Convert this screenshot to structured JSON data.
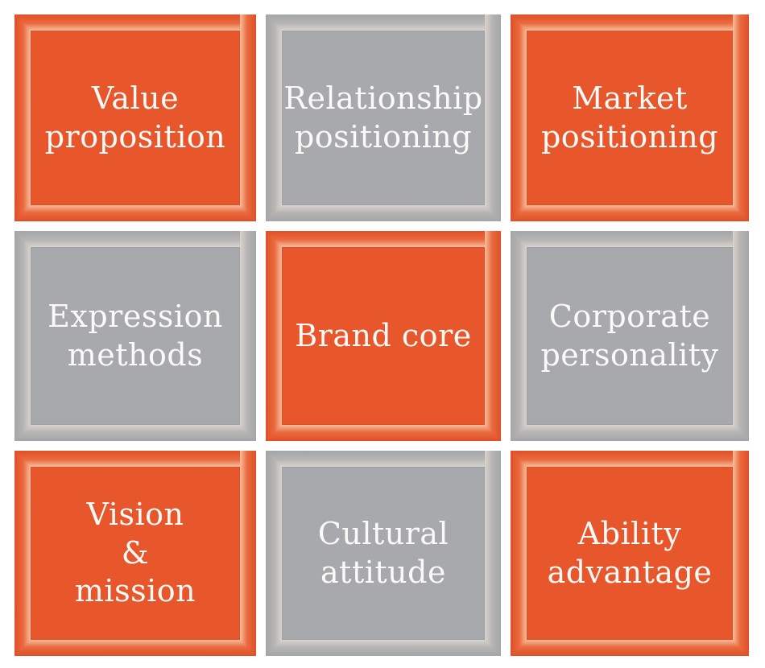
{
  "page": {
    "background": "#ffffff",
    "description": "Brand identity diagram: 3x3 grid of beveled tiles around a Brand core"
  },
  "colors": {
    "orange_panel": "#e7572b",
    "orange_frame_outer": "#df4f28",
    "orange_frame_highlight": "#f8be9e",
    "gray_panel": "#a7a9ac",
    "gray_frame_outer": "#a3a5a8",
    "gray_frame_highlight": "#d8d3ce",
    "label_text": "#fcfaf8"
  },
  "grid": {
    "rows": 3,
    "cols": 3,
    "tiles": [
      {
        "id": "value-proposition",
        "label": "Value\nproposition",
        "scheme": "orange"
      },
      {
        "id": "relationship-positioning",
        "label": "Relationship\npositioning",
        "scheme": "gray"
      },
      {
        "id": "market-positioning",
        "label": "Market\npositioning",
        "scheme": "orange"
      },
      {
        "id": "expression-methods",
        "label": "Expression\nmethods",
        "scheme": "gray"
      },
      {
        "id": "brand-core",
        "label": "Brand core",
        "scheme": "orange"
      },
      {
        "id": "corporate-personality",
        "label": "Corporate\npersonality",
        "scheme": "gray"
      },
      {
        "id": "vision-mission",
        "label": "Vision\n&\nmission",
        "scheme": "orange"
      },
      {
        "id": "cultural-attitude",
        "label": "Cultural\nattitude",
        "scheme": "gray"
      },
      {
        "id": "ability-advantage",
        "label": "Ability\nadvantage",
        "scheme": "orange"
      }
    ]
  }
}
